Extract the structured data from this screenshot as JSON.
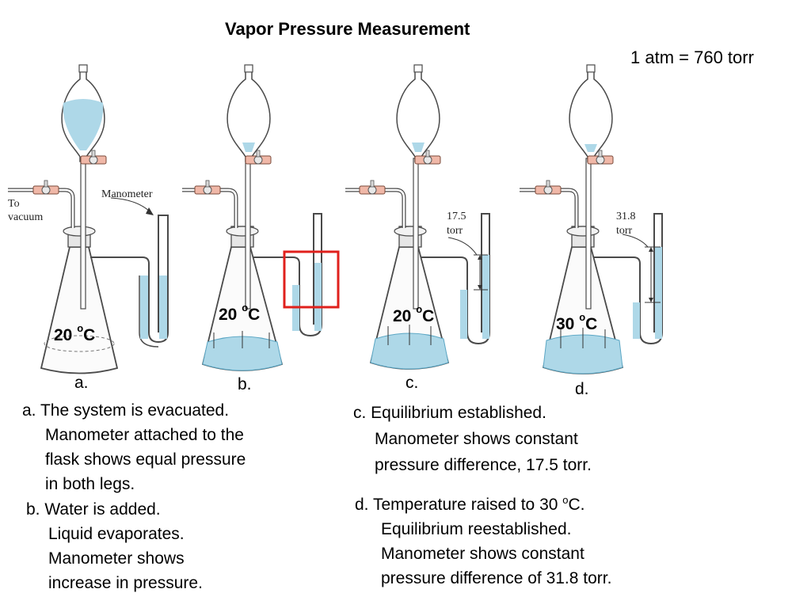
{
  "title": "Vapor Pressure Measurement",
  "conversion": "1 atm = 760 torr",
  "labels": {
    "to_vacuum_line1": "To",
    "to_vacuum_line2": "vacuum",
    "manometer": "Manometer",
    "c_pressure_value": "17.5",
    "c_pressure_unit": "torr",
    "d_pressure_value": "31.8",
    "d_pressure_unit": "torr"
  },
  "temperatures": {
    "a": {
      "value": "20 ",
      "sup": "o",
      "unit": "C"
    },
    "b": {
      "value": "20 ",
      "sup": "o",
      "unit": "C"
    },
    "c": {
      "value": "20 ",
      "sup": "o",
      "unit": "C"
    },
    "d": {
      "value": "30 ",
      "sup": "o",
      "unit": "C"
    }
  },
  "panels": [
    "a.",
    "b.",
    "c.",
    "d."
  ],
  "descriptions": {
    "a": [
      "a. The system is evacuated.",
      "Manometer attached to the",
      "flask shows equal pressure",
      "in both legs."
    ],
    "b": [
      "b. Water is added.",
      "Liquid evaporates.",
      "Manometer shows",
      "increase in pressure."
    ],
    "c": [
      "c. Equilibrium established.",
      "Manometer shows constant",
      "pressure difference, 17.5 torr."
    ],
    "d_first": {
      "prefix": "d. Temperature raised to 30 ",
      "sup": "o",
      "suffix": "C."
    },
    "d_rest": [
      "Equilibrium reestablished.",
      "Manometer shows constant",
      "pressure difference of 31.8 torr."
    ]
  },
  "colors": {
    "water": "#aed8e8",
    "water_stroke": "#5aa6c4",
    "glass_stroke": "#4a4a4a",
    "stopcock": "#f0b8a8",
    "highlight": "#e0201c"
  }
}
